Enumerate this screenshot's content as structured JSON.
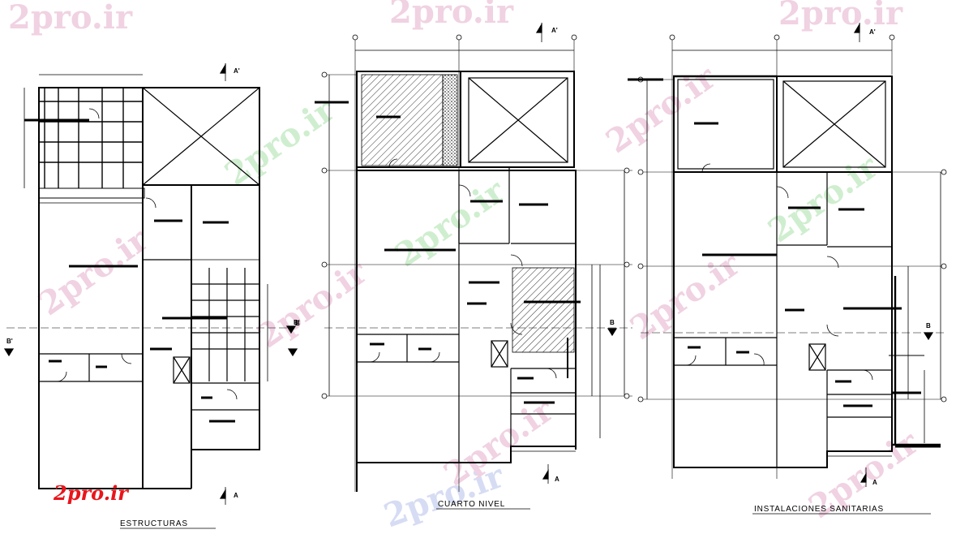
{
  "logo": {
    "text": "2pro.ir",
    "color": "#e8161b"
  },
  "watermark": {
    "text": "2pro.ir"
  },
  "plans": [
    {
      "label": "ESTRUCTURAS",
      "section_top": "A'",
      "section_bottom": "A",
      "section_left": "B'",
      "section_right": "B"
    },
    {
      "label": "CUARTO NIVEL",
      "section_top": "A'",
      "section_bottom": "A",
      "section_left": "B'",
      "section_right": "B"
    },
    {
      "label": "INSTALACIONES SANITARIAS",
      "section_top": "A'",
      "section_bottom": "A",
      "section_right": "B"
    }
  ],
  "colors": {
    "line": "#000000",
    "watermark_pink": "#f0d2e2",
    "watermark_green": "#cfeecf",
    "watermark_blue": "#d6dcf3"
  }
}
